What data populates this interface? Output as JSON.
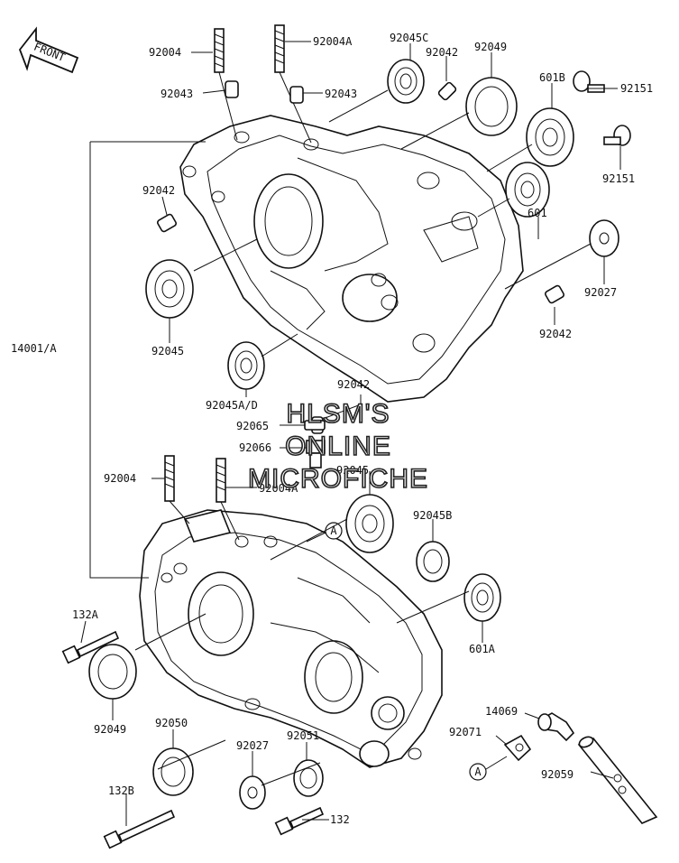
{
  "arrow_label": "FRONT",
  "watermark": [
    "HLSM'S",
    "ONLINE",
    "MICROFICHE"
  ],
  "callout_letter": "A",
  "labels": {
    "l92004_top": "92004",
    "l92004A_top": "92004A",
    "l92045C": "92045C",
    "l92042_a": "92042",
    "l92049_top": "92049",
    "l601B": "601B",
    "l92151_a": "92151",
    "l92043_left": "92043",
    "l92043_right": "92043",
    "l92151_b": "92151",
    "l92042_b": "92042",
    "l601": "601",
    "l92027_top": "92027",
    "l14001A": "14001/A",
    "l92045_mid": "92045",
    "l92042_c": "92042",
    "l92045AD": "92045A/D",
    "l92042_d": "92042",
    "l92065": "92065",
    "l92066": "92066",
    "l92045_low": "92045",
    "l92004_low": "92004",
    "l92004A_low": "92004A",
    "l92045B": "92045B",
    "l132A": "132A",
    "l601A": "601A",
    "l92049_low": "92049",
    "l92050": "92050",
    "l14069": "14069",
    "l92071": "92071",
    "l92051": "92051",
    "l92027_low": "92027",
    "l92059": "92059",
    "l132B": "132B",
    "l132": "132"
  },
  "colors": {
    "ink": "#111111",
    "paper": "#ffffff"
  }
}
